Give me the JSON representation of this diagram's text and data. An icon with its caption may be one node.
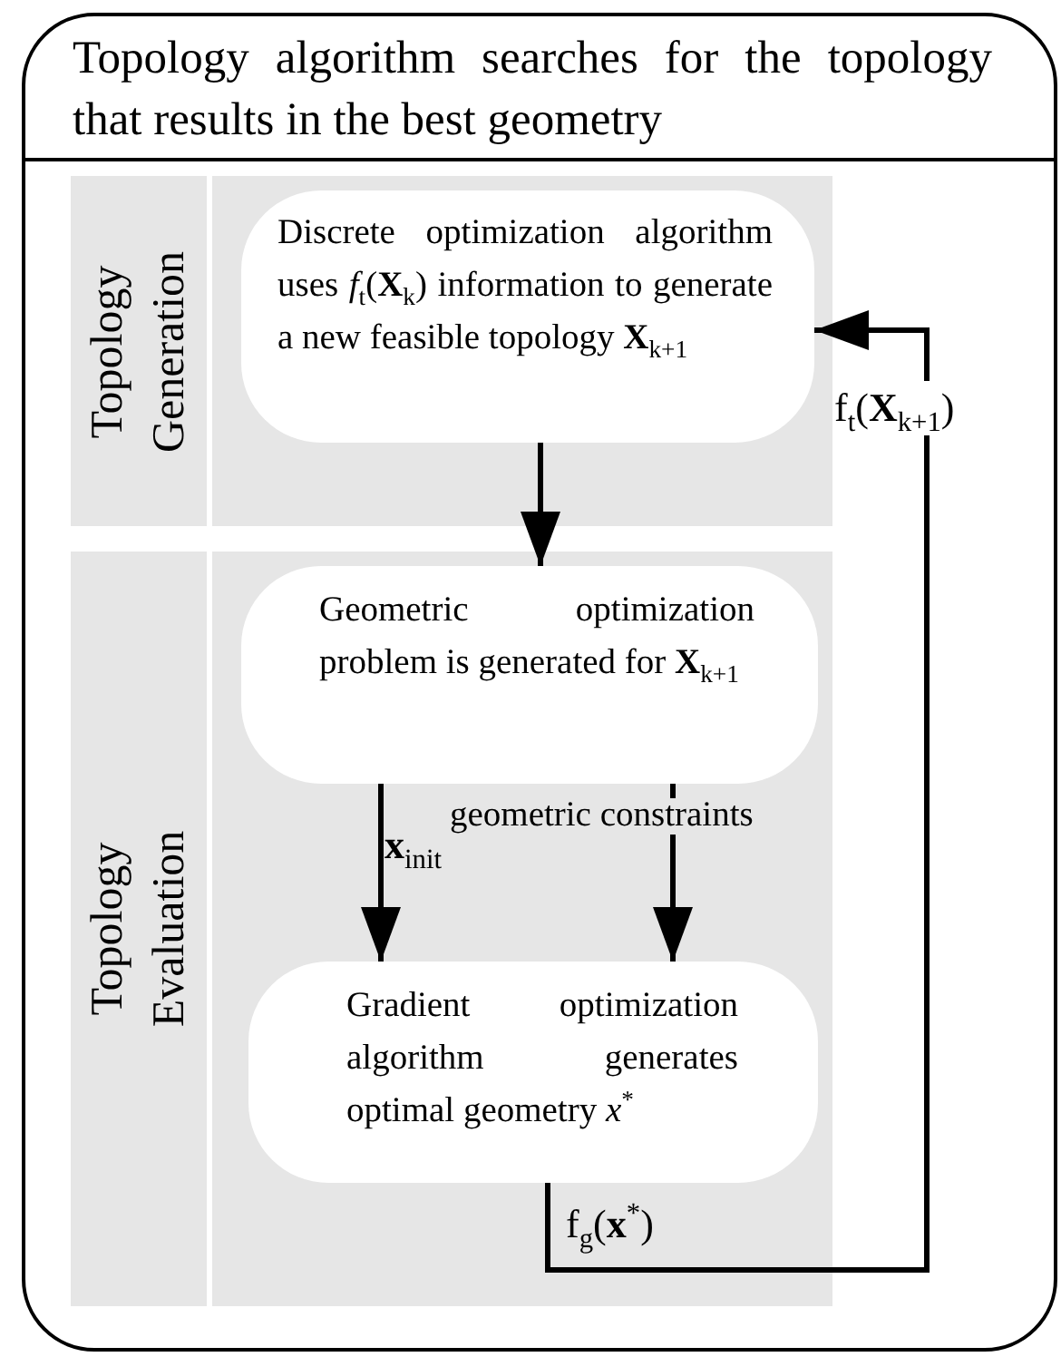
{
  "diagram": {
    "nodes": [
      {
        "text": [
          "Topology algorithm searches for the topology that results in the best geometry"
        ]
      },
      {
        "text": [
          "Topology Generation"
        ],
        "in": 0
      },
      {
        "text": [
          "Discrete optimization algorithm uses *f*$_{t}$(**X**$_{k}$) information to generate a new feasible topology **X**$_{k+1}$"
        ],
        "in": 1
      },
      {
        "text": [
          "Topology Evaluation"
        ],
        "in": 0
      },
      {
        "text": [
          "Geometric optimization problem is generated for **X**$_{k+1}$"
        ],
        "in": 3
      },
      {
        "text": [
          "Gradient optimization algorithm generates optimal geometry *x*$^{*}$"
        ],
        "in": 3
      }
    ],
    "edges": [
      {
        "from": 2,
        "to": 4,
        "arrow": "to"
      },
      {
        "from": 4,
        "to": 5,
        "arrow": "to",
        "label": "**x**$_{init}$"
      },
      {
        "from": 4,
        "to": 5,
        "arrow": "to",
        "label": "geometric constraints"
      },
      {
        "from": 5,
        "to": 2,
        "arrow": "to",
        "label": "f$_{g}$(**x**$^{*}$)"
      }
    ],
    "labels": [
      "f$_{t}$(**X**$_{k+1}$)"
    ]
  }
}
